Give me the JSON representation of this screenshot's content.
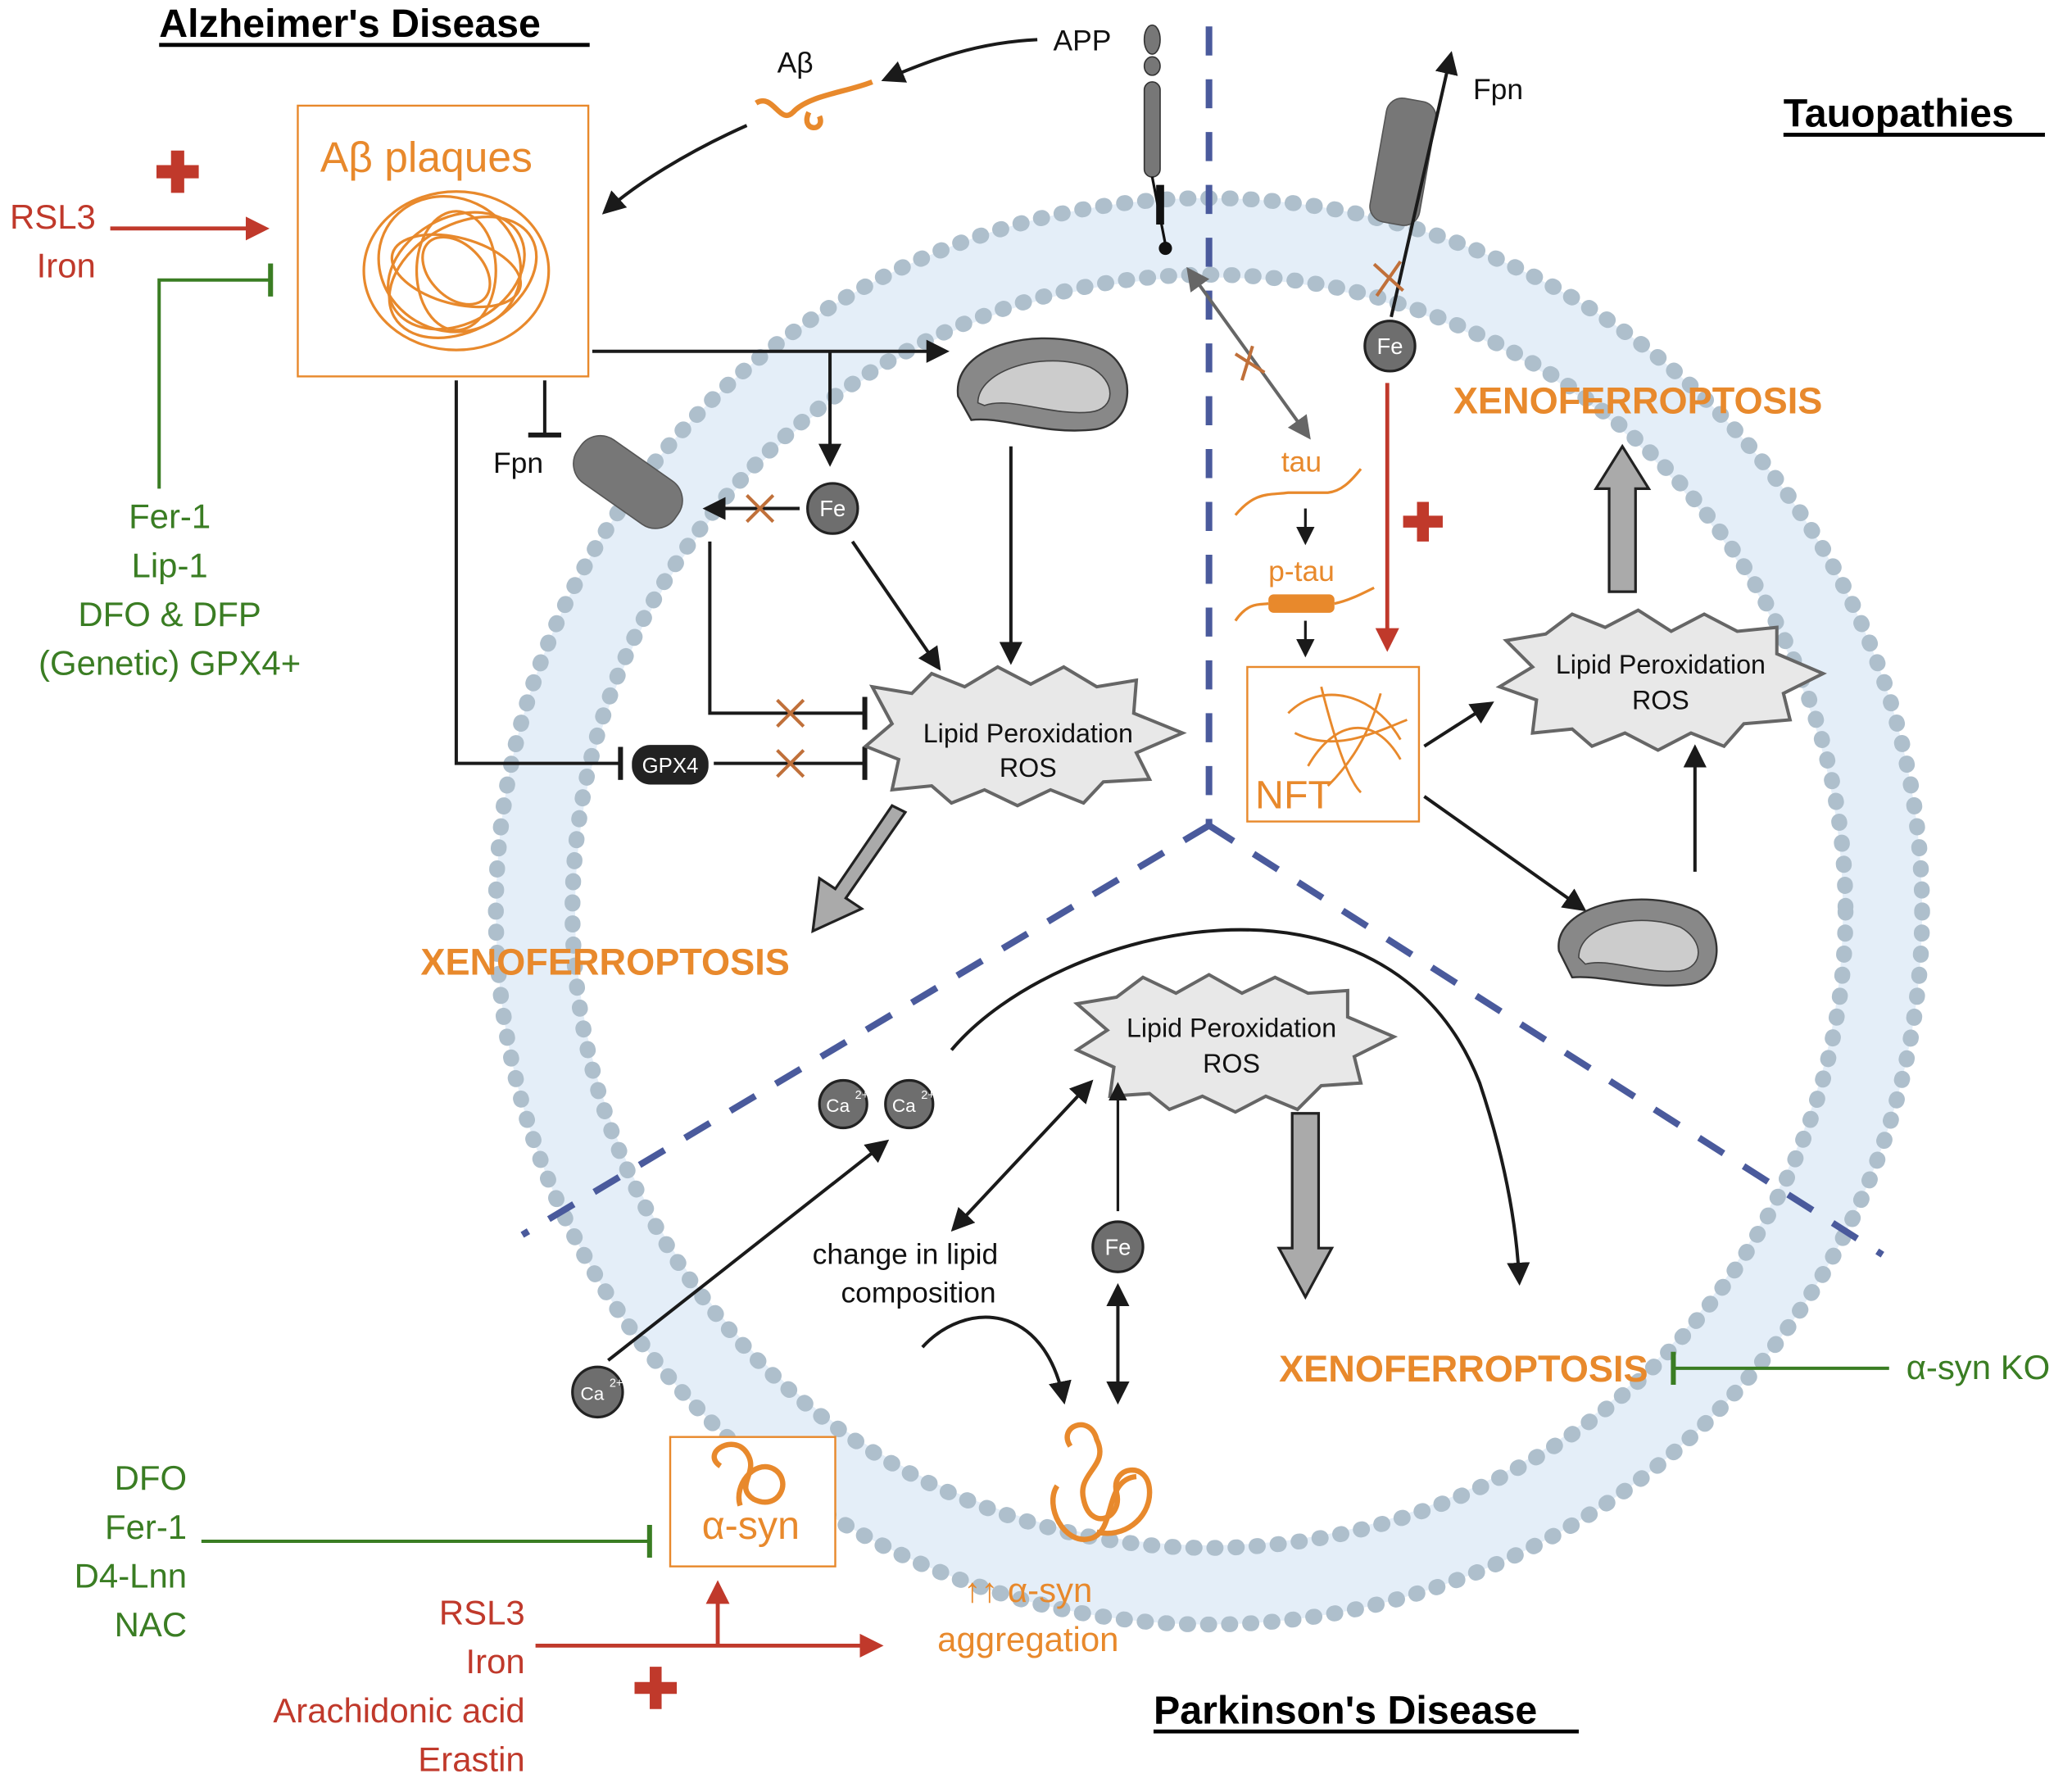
{
  "titles": {
    "alzheimers": "Alzheimer's Disease",
    "tauopathies": "Tauopathies",
    "parkinsons": "Parkinson's Disease"
  },
  "alzheimers": {
    "app_label": "APP",
    "abeta_label": "Aβ",
    "plaques_label": "Aβ plaques",
    "inducers": [
      "RSL3",
      "Iron"
    ],
    "inhibitors": [
      "Fer-1",
      "Lip-1",
      "DFO & DFP",
      "(Genetic) GPX4+"
    ],
    "fpn_label": "Fpn",
    "fe_label": "Fe",
    "gpx4_label": "GPX4",
    "lipid_perox": [
      "Lipid Peroxidation",
      "ROS"
    ],
    "outcome": "XENOFERROPTOSIS"
  },
  "tauopathies": {
    "fpn_label": "Fpn",
    "fe_label": "Fe",
    "tau_label": "tau",
    "ptau_label": "p-tau",
    "nft_label": "NFT",
    "lipid_perox": [
      "Lipid Peroxidation",
      "ROS"
    ],
    "outcome": "XENOFERROPTOSIS"
  },
  "parkinsons": {
    "ca_label": "Ca",
    "ca_sup": "2+",
    "fe_label": "Fe",
    "lipid_perox": [
      "Lipid Peroxidation",
      "ROS"
    ],
    "lipid_change": [
      "change in lipid",
      "composition"
    ],
    "asyn_label": "α-syn",
    "aggregation": [
      "↑↑ α-syn",
      "aggregation"
    ],
    "inhibitors": [
      "DFO",
      "Fer-1",
      "D4-Lnn",
      "NAC"
    ],
    "inducers": [
      "RSL3",
      "Iron",
      "Arachidonic acid",
      "Erastin"
    ],
    "outcome": "XENOFERROPTOSIS",
    "ko_label": "α-syn KO"
  },
  "colors": {
    "orange": "#e8892c",
    "red": "#c0392b",
    "green": "#3a7d23",
    "divider_blue": "#4a5a9c",
    "membrane": "#aebfcc"
  }
}
